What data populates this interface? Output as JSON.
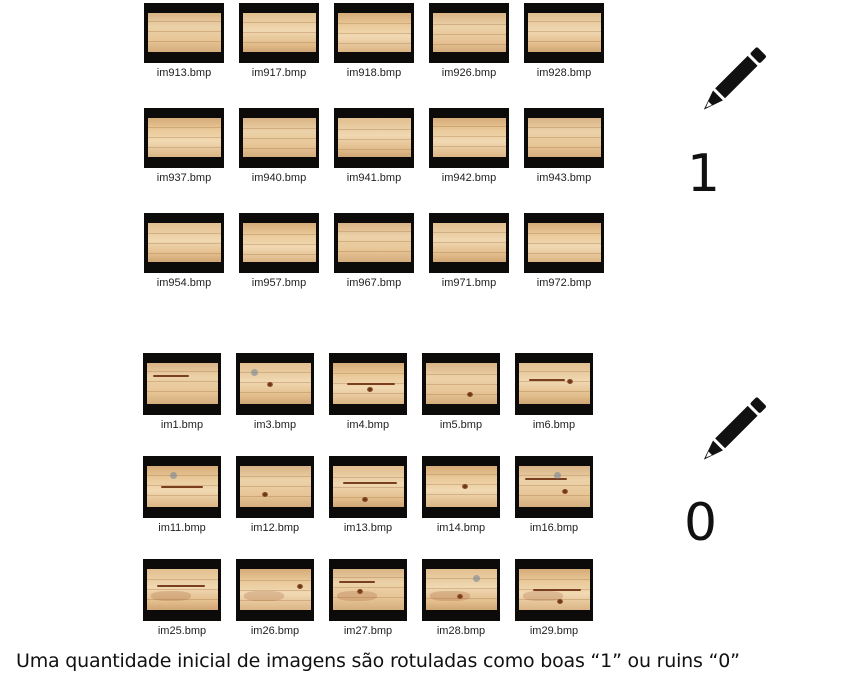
{
  "good_group": {
    "label": "1",
    "icon": "pencil-icon",
    "files": [
      "im913.bmp",
      "im917.bmp",
      "im918.bmp",
      "im926.bmp",
      "im928.bmp",
      "im937.bmp",
      "im940.bmp",
      "im941.bmp",
      "im942.bmp",
      "im943.bmp",
      "im954.bmp",
      "im957.bmp",
      "im967.bmp",
      "im971.bmp",
      "im972.bmp"
    ]
  },
  "bad_group": {
    "label": "0",
    "icon": "pencil-icon",
    "files": [
      "im1.bmp",
      "im3.bmp",
      "im4.bmp",
      "im5.bmp",
      "im6.bmp",
      "im11.bmp",
      "im12.bmp",
      "im13.bmp",
      "im14.bmp",
      "im16.bmp",
      "im25.bmp",
      "im26.bmp",
      "im27.bmp",
      "im28.bmp",
      "im29.bmp"
    ]
  },
  "caption": "Uma quantidade inicial de imagens são rotuladas como boas “1” ou ruins “0”",
  "colors": {
    "text": "#111111",
    "photo_bg": "#0d0b0a",
    "wood": "#e7c597",
    "defect": "#7a3f1e"
  }
}
